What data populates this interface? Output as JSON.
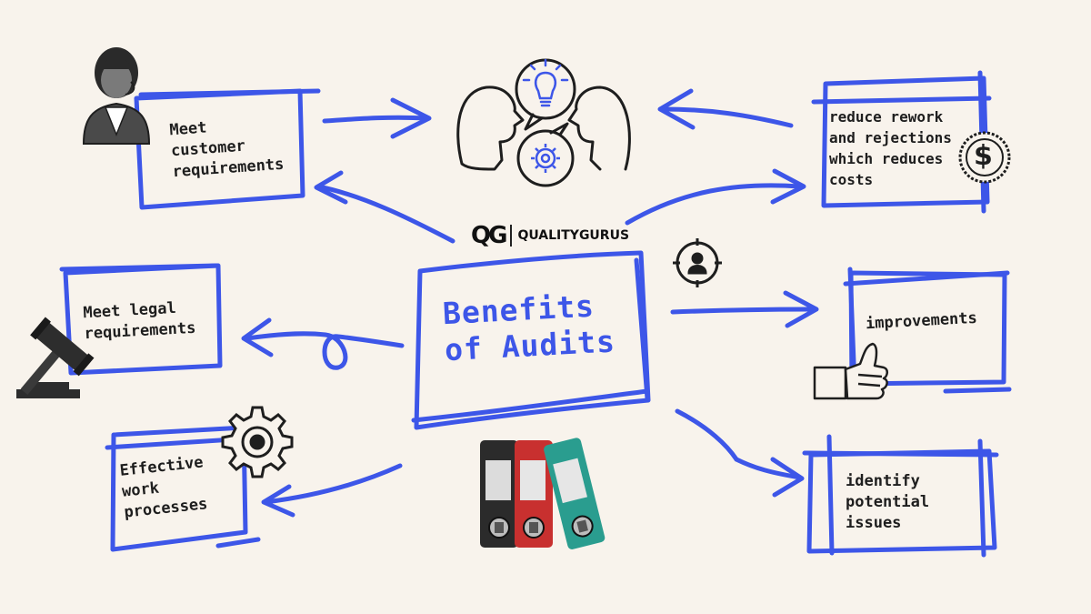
{
  "center": {
    "title": "Benefits\nof Audits"
  },
  "logo": {
    "mark": "QG",
    "text": "QUALITYGURUS"
  },
  "nodes": {
    "customer": "Meet\ncustomer\nrequirements",
    "rework": "reduce rework\nand rejections\nwhich reduces\ncosts",
    "legal": "Meet legal\nrequirements",
    "improvements": "improvements",
    "work": "Effective\nwork\nprocesses",
    "issues": "identify\npotential\nissues"
  },
  "icons": {
    "dollar": "$"
  },
  "colors": {
    "accent": "#3d56e8",
    "ink": "#1e1e1e",
    "background": "#f8f3ec",
    "binder_dark": "#2b2b2b",
    "binder_red": "#c8302f",
    "binder_teal": "#2a9d8f"
  }
}
